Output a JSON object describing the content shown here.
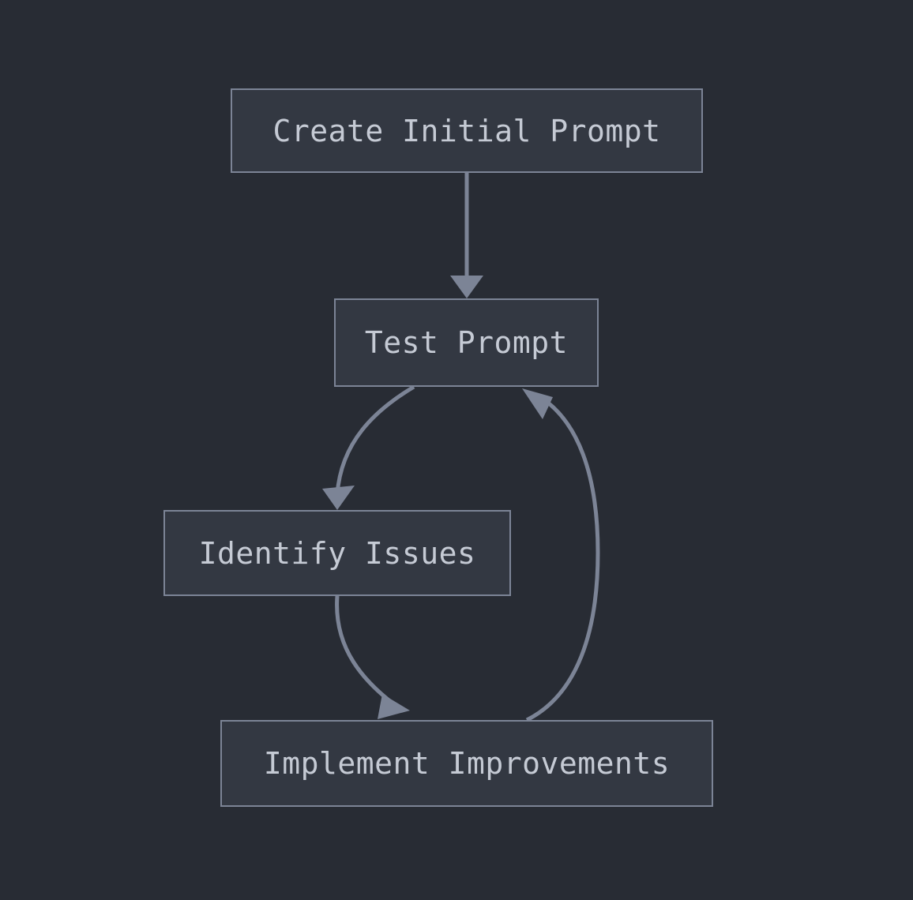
{
  "diagram": {
    "type": "flowchart",
    "direction": "top-to-bottom",
    "title": "",
    "colors": {
      "background": "#282c34",
      "node_fill": "#333842",
      "node_border": "#7c8496",
      "node_text": "#c5cad4",
      "edge": "#7c8496"
    },
    "nodes": [
      {
        "id": "create-initial-prompt",
        "label": "Create Initial Prompt",
        "shape": "rectangle"
      },
      {
        "id": "test-prompt",
        "label": "Test Prompt",
        "shape": "rectangle"
      },
      {
        "id": "identify-issues",
        "label": "Identify Issues",
        "shape": "rectangle"
      },
      {
        "id": "implement-improvements",
        "label": "Implement Improvements",
        "shape": "rectangle"
      }
    ],
    "edges": [
      {
        "id": "edge-create-to-test",
        "from": "create-initial-prompt",
        "to": "test-prompt",
        "label": "",
        "style": "straight-arrow"
      },
      {
        "id": "edge-test-to-identify",
        "from": "test-prompt",
        "to": "identify-issues",
        "label": "",
        "style": "curved-arrow"
      },
      {
        "id": "edge-identify-to-implement",
        "from": "identify-issues",
        "to": "implement-improvements",
        "label": "",
        "style": "curved-arrow"
      },
      {
        "id": "edge-implement-to-test",
        "from": "implement-improvements",
        "to": "test-prompt",
        "label": "",
        "style": "curved-arrow-feedback"
      }
    ]
  }
}
